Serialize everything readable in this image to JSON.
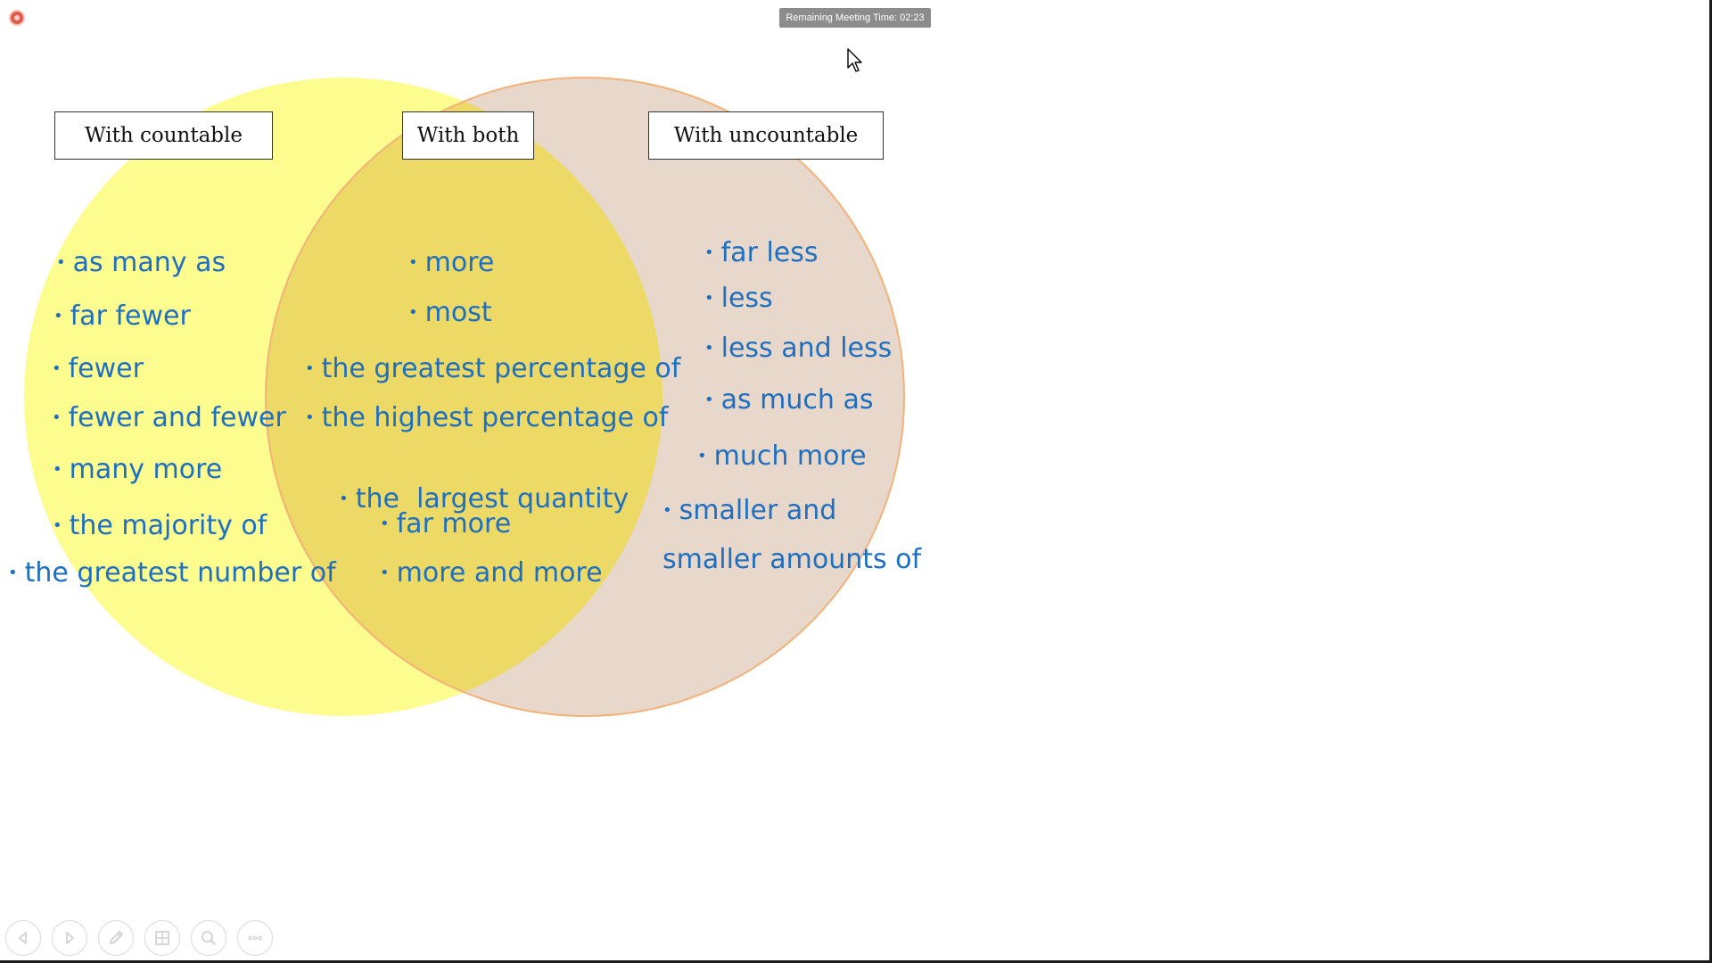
{
  "meeting": {
    "timer_label": "Remaining Meeting Time: 02:23"
  },
  "slide": {
    "labels": {
      "countable": "With countable",
      "both": "With both",
      "uncountable": "With uncountable"
    },
    "countable_items": [
      "as many as",
      "far fewer",
      "fewer",
      "fewer and fewer",
      "many more",
      "the majority of",
      "the greatest number of"
    ],
    "both_items": [
      "more",
      "most",
      "the greatest percentage of",
      "the highest percentage of",
      "the  largest quantity",
      "far more",
      "more and more"
    ],
    "uncountable_items": [
      "far less",
      "less",
      "less and less",
      "as much as",
      "much more",
      "smaller and",
      "smaller amounts of"
    ],
    "bullet": "•",
    "colors": {
      "countable_fill": "#fdfc8f",
      "uncountable_fill": "#e8d8cc",
      "overlap_fill": "#ecd966",
      "uncountable_stroke": "#f2b27a",
      "item_text": "#1f6fc0"
    }
  },
  "toolbar": {
    "buttons": [
      {
        "icon": "previous-icon"
      },
      {
        "icon": "next-icon"
      },
      {
        "icon": "pen-icon"
      },
      {
        "icon": "slides-grid-icon"
      },
      {
        "icon": "zoom-icon"
      },
      {
        "icon": "more-icon"
      }
    ]
  }
}
